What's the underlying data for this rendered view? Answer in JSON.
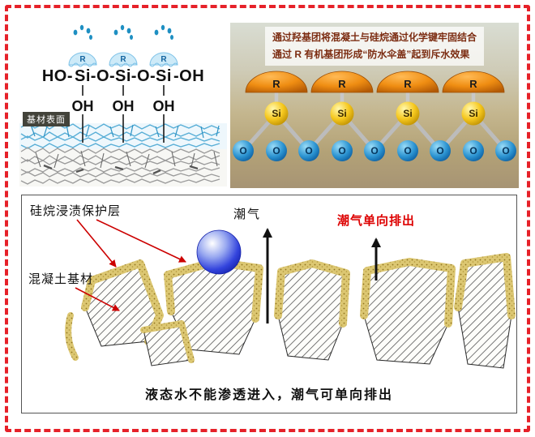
{
  "colors": {
    "frame_red": "#e62129",
    "annotation_red": "#cc0000",
    "one_way_red": "#dd0000",
    "silane_layer_khaki": "#dcc772",
    "dome_orange": "#ef8d12",
    "si_yellow": "#f6c81e",
    "o_blue": "#2b93d1",
    "moisture_blue": "#3344dd"
  },
  "top_left": {
    "formula_parts": [
      "HO-",
      "Si",
      "-O-",
      "Si",
      "-O-",
      "Si",
      "-OH"
    ],
    "oh": [
      "OH",
      "OH",
      "OH"
    ],
    "r": "R",
    "substrate_surface_label": "基材表面"
  },
  "top_right": {
    "caption_line1": "通过羟基团将混凝土与硅烷通过化学键牢固结合",
    "caption_line2": "通过 R 有机基团形成“防水伞盖”起到斥水效果",
    "r": "R",
    "si": "Si",
    "o": "O"
  },
  "bottom": {
    "protective_layer_label": "硅烷浸渍保护层",
    "substrate_label": "混凝土基材",
    "moisture_label": "潮气",
    "one_way_label": "潮气单向排出",
    "caption": "液态水不能渗透进入，潮气可单向排出"
  }
}
